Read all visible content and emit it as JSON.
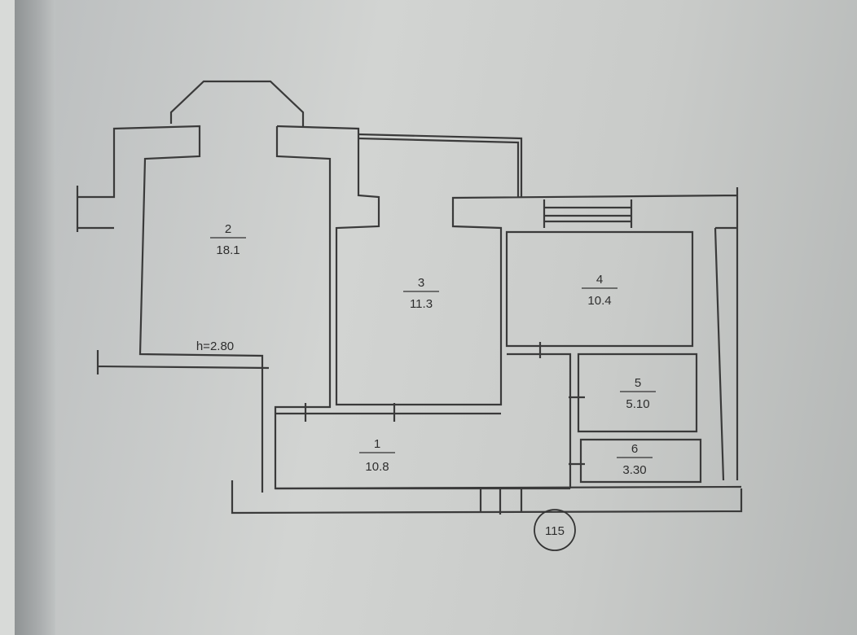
{
  "rooms": [
    {
      "number": "1",
      "area": "10.8"
    },
    {
      "number": "2",
      "area": "18.1"
    },
    {
      "number": "3",
      "area": "11.3"
    },
    {
      "number": "4",
      "area": "10.4"
    },
    {
      "number": "5",
      "area": "5.10"
    },
    {
      "number": "6",
      "area": "3.30"
    }
  ],
  "ceiling_height": "h=2.80",
  "axis_marker": "115"
}
